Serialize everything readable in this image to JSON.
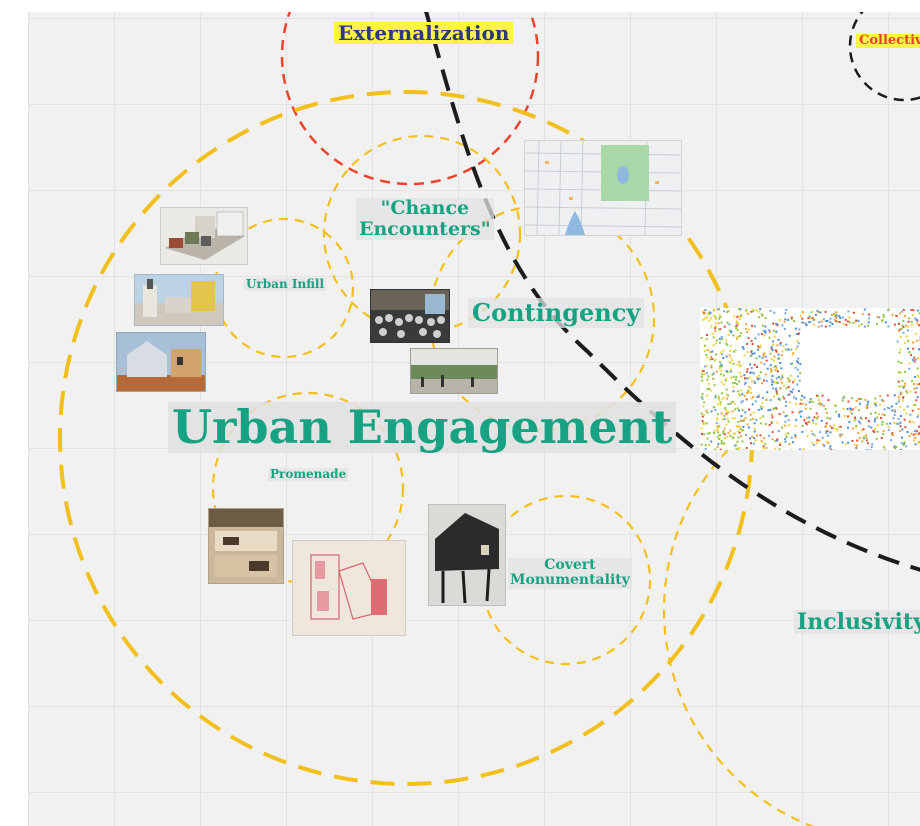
{
  "canvas": {
    "background": "#f1f1f1",
    "grid_color": "#e2e2e2"
  },
  "colors": {
    "label_green": "#17a383",
    "yellow_dash": "#f2c01e",
    "red_dash": "#e8452c",
    "black_dash": "#1c1c1c",
    "highlight_yellow": "#fff34a",
    "externalization_text": "#2b3a7a",
    "collective_text": "#e8452c"
  },
  "labels": {
    "externalization": "Externalization",
    "collective": "Collective",
    "chance_encounters": "\"Chance\nEncounters\"",
    "urban_infill": "Urban Infill",
    "contingency": "Contingency",
    "urban_engagement": "Urban Engagement",
    "promenade": "Promenade",
    "covert_monumentality": "Covert\nMonumentality",
    "inclusivity": "Inclusivity"
  },
  "images": [
    {
      "name": "building-model-photo",
      "icon": "building-icon"
    },
    {
      "name": "street-buildings-photo",
      "icon": "building-icon"
    },
    {
      "name": "wooden-house-photo",
      "icon": "house-icon"
    },
    {
      "name": "crowd-gathering-photo",
      "icon": "people-icon"
    },
    {
      "name": "street-scene-photo",
      "icon": "street-icon"
    },
    {
      "name": "city-map-image",
      "icon": "map-icon"
    },
    {
      "name": "dot-density-map-image",
      "icon": "map-icon"
    },
    {
      "name": "interior-section-photo",
      "icon": "interior-icon"
    },
    {
      "name": "red-floor-plan-image",
      "icon": "plan-icon"
    },
    {
      "name": "stilt-house-photo",
      "icon": "house-icon"
    }
  ]
}
